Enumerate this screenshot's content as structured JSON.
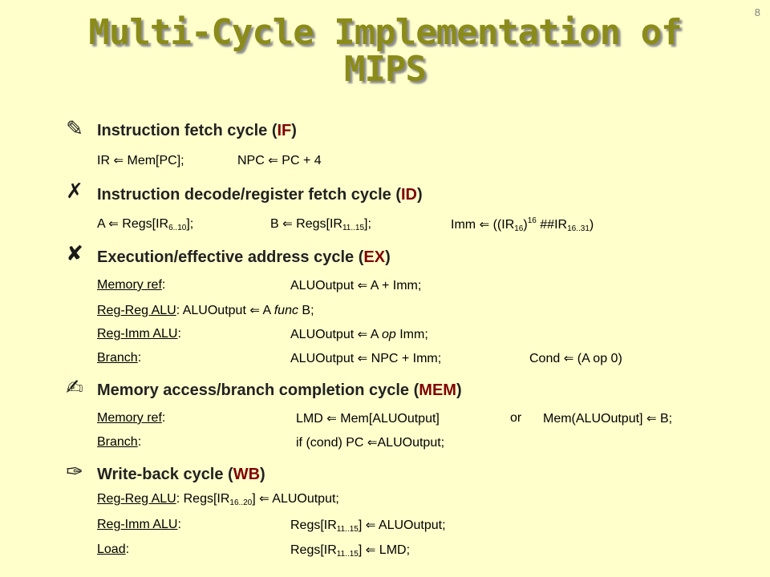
{
  "slide_number": "8",
  "title": {
    "line1": "Multi-Cycle Implementation of",
    "line2": "MIPS"
  },
  "arrow": "⇐",
  "sections": {
    "if": {
      "bullet": "✎",
      "heading": "Instruction fetch cycle (",
      "abbr": "IF",
      "close": ")",
      "ir": "IR",
      "mem_pc": "Mem[PC];",
      "npc": "NPC",
      "pc4": "PC + 4"
    },
    "id": {
      "bullet": "✗",
      "heading": "Instruction decode/register fetch cycle (",
      "abbr": "ID",
      "close": ")",
      "a": "A",
      "regs_a": "Regs[IR",
      "a_sub": "6..10",
      "a_end": "];",
      "b": "B",
      "regs_b": "Regs[IR",
      "b_sub": "11..15",
      "b_end": "];",
      "imm": "Imm",
      "imm_expr1": "((IR",
      "imm_sub1": "16",
      "imm_expr2": ")",
      "imm_sup": "16",
      "imm_expr3": " ##IR",
      "imm_sub2": "16..31",
      "imm_expr4": ")"
    },
    "ex": {
      "bullet": "✘",
      "heading": "Execution/effective address cycle (",
      "abbr": "EX",
      "close": ")",
      "mem_ref_label": "Memory ref",
      "mem_ref_out": "ALUOutput",
      "mem_ref_expr": "A + Imm;",
      "regreg_label": "Reg-Reg ALU",
      "regreg_out": "ALUOutput",
      "regreg_a": "A ",
      "regreg_func": "func",
      "regreg_b": " B;",
      "regimm_label": "Reg-Imm ALU",
      "regimm_out": "ALUOutput",
      "regimm_a": "A ",
      "regimm_op": "op",
      "regimm_b": " Imm;",
      "branch_label": "Branch",
      "branch_out": "ALUOutput",
      "branch_expr": "NPC + Imm;",
      "cond": "Cond",
      "cond_expr": "(A op 0)"
    },
    "mem": {
      "bullet": "✍",
      "heading": "Memory access/branch completion cycle (",
      "abbr": "MEM",
      "close": ")",
      "mem_ref_label": "Memory ref",
      "lmd": "LMD",
      "mem_expr": "Mem[ALUOutput]",
      "or": "or",
      "mem_expr2": "Mem(ALUOutput]",
      "b": "B;",
      "branch_label": "Branch",
      "branch_expr": "if (cond) PC",
      "branch_out": "ALUOutput;"
    },
    "wb": {
      "bullet": "✑",
      "heading": "Write-back cycle (",
      "abbr": "WB",
      "close": ")",
      "regreg_label": "Reg-Reg ALU",
      "regreg_regs": "Regs[IR",
      "regreg_sub": "16..20",
      "regreg_end": "]",
      "regreg_out": "ALUOutput;",
      "regimm_label": "Reg-Imm ALU",
      "regimm_regs": "Regs[IR",
      "regimm_sub": "11..15",
      "regimm_end": "]",
      "regimm_out": "ALUOutput;",
      "load_label": "Load",
      "load_regs": "Regs[IR",
      "load_sub": "11..15",
      "load_end": "]",
      "load_out": "LMD;"
    }
  }
}
